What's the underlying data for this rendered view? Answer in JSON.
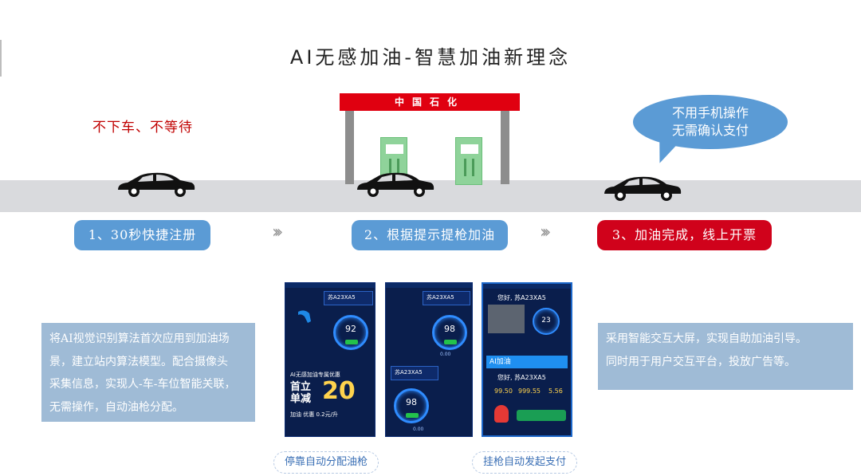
{
  "title": "AI无感加油-智慧加油新理念",
  "slogan_left": "不下车、不等待",
  "bubble": {
    "line1": "不用手机操作",
    "line2": "无需确认支付",
    "color": "#5b9bd5"
  },
  "station_sign": "中国石化",
  "steps": [
    {
      "label": "1、30秒快捷注册",
      "color": "#5b9bd5"
    },
    {
      "label": "2、根据提示提枪加油",
      "color": "#5b9bd5"
    },
    {
      "label": "3、加油完成，线上开票",
      "color": "#d0021b"
    }
  ],
  "chevron": "›››",
  "desc_left": [
    "将AI视觉识别算法首次应用到加油场",
    "景，建立站内算法模型。配合摄像头",
    "采集信息，实现人-车-车位智能关联，",
    "无需操作，自动油枪分配。"
  ],
  "desc_right": [
    "采用智能交互大屏，实现自助加油引导。",
    "同时用于用户交互平台，投放广告等。"
  ],
  "screens": {
    "s1": {
      "plate": "苏A23XA5",
      "gauge": "92",
      "promo_title": "AI无感加油专属优惠",
      "promo_line1": "首立",
      "promo_line2": "单减",
      "promo_num": "20",
      "promo_note": "加油 优惠 0.2元/升"
    },
    "s2": {
      "plate_top": "苏A23XA5",
      "gauge_top": "98",
      "plate_bottom": "苏A23XA5",
      "gauge_bottom": "98",
      "amount_a": "0.00",
      "amount_b": "0.00"
    },
    "s3": {
      "greet1": "您好, 苏A23XA5",
      "pump": "23",
      "banner": "AI加油",
      "greet2": "您好, 苏A23XA5",
      "val1": "99.50",
      "val2": "999.55",
      "val3": "5.56"
    }
  },
  "captions": {
    "left": "停靠自动分配油枪",
    "right": "挂枪自动发起支付"
  }
}
